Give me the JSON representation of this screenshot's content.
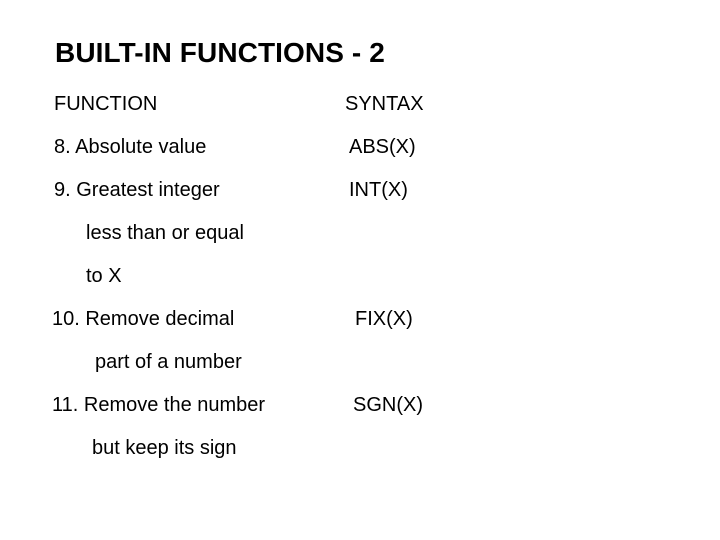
{
  "slide": {
    "title": "BUILT-IN FUNCTIONS - 2",
    "background_color": "#ffffff",
    "text_color": "#000000"
  },
  "table": {
    "headers": {
      "function": "FUNCTION",
      "syntax": "SYNTAX"
    },
    "rows": [
      {
        "function": "8. Absolute value",
        "syntax": "ABS(X)"
      },
      {
        "function": "9. Greatest integer",
        "syntax": "INT(X)"
      },
      {
        "function": "less than or equal",
        "syntax": ""
      },
      {
        "function": "to X",
        "syntax": ""
      },
      {
        "function": "10. Remove decimal",
        "syntax": "FIX(X)"
      },
      {
        "function": "part of a number",
        "syntax": ""
      },
      {
        "function": "11. Remove the number",
        "syntax": "SGN(X)"
      },
      {
        "function": "but keep its sign",
        "syntax": ""
      }
    ]
  }
}
